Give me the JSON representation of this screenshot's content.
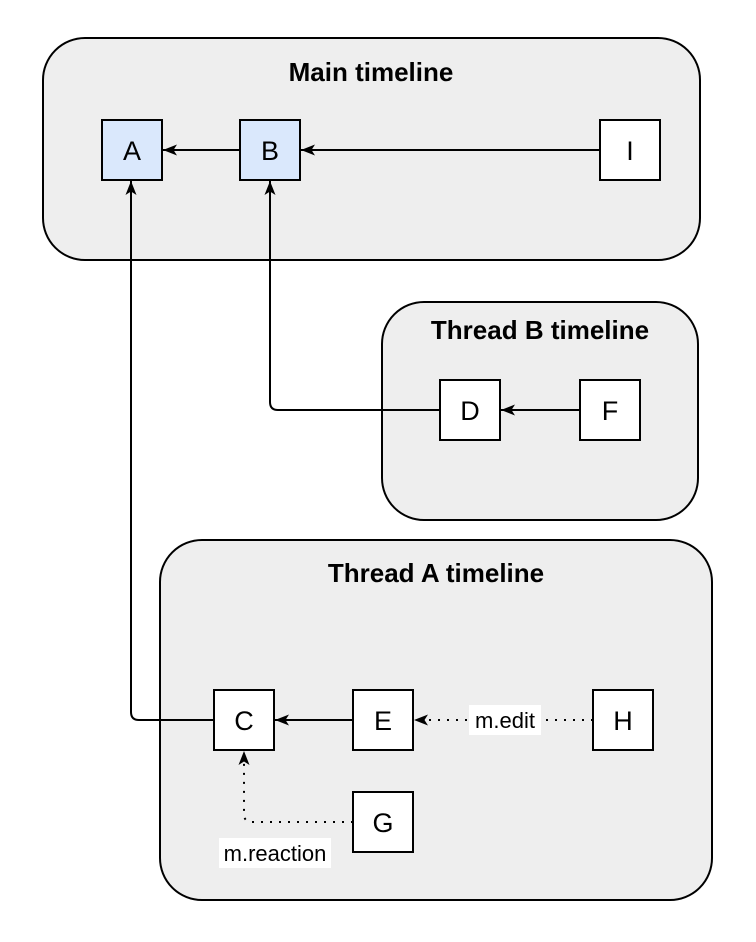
{
  "diagram_type": "event-dag",
  "colors": {
    "container_fill": "#eeeeee",
    "node_blue_fill": "#dae8fc",
    "node_white_fill": "#ffffff",
    "stroke": "#000000",
    "background": "#ffffff"
  },
  "containers": [
    {
      "title": "Main timeline",
      "nodes": [
        "A",
        "B",
        "I"
      ]
    },
    {
      "title": "Thread B timeline",
      "nodes": [
        "D",
        "F"
      ]
    },
    {
      "title": "Thread A timeline",
      "nodes": [
        "C",
        "E",
        "H",
        "G"
      ]
    }
  ],
  "nodes": {
    "A": {
      "label": "A",
      "fill": "blue"
    },
    "B": {
      "label": "B",
      "fill": "blue"
    },
    "I": {
      "label": "I",
      "fill": "white"
    },
    "D": {
      "label": "D",
      "fill": "white"
    },
    "F": {
      "label": "F",
      "fill": "white"
    },
    "C": {
      "label": "C",
      "fill": "white"
    },
    "E": {
      "label": "E",
      "fill": "white"
    },
    "H": {
      "label": "H",
      "fill": "white"
    },
    "G": {
      "label": "G",
      "fill": "white"
    }
  },
  "edges": [
    {
      "from": "B",
      "to": "A",
      "style": "solid",
      "label": ""
    },
    {
      "from": "I",
      "to": "B",
      "style": "solid",
      "label": ""
    },
    {
      "from": "D",
      "to": "B",
      "style": "solid",
      "label": ""
    },
    {
      "from": "F",
      "to": "D",
      "style": "solid",
      "label": ""
    },
    {
      "from": "E",
      "to": "C",
      "style": "solid",
      "label": ""
    },
    {
      "from": "C",
      "to": "A",
      "style": "solid",
      "label": ""
    },
    {
      "from": "H",
      "to": "E",
      "style": "dotted",
      "label": "m.edit"
    },
    {
      "from": "G",
      "to": "C",
      "style": "dotted",
      "label": "m.reaction"
    }
  ]
}
